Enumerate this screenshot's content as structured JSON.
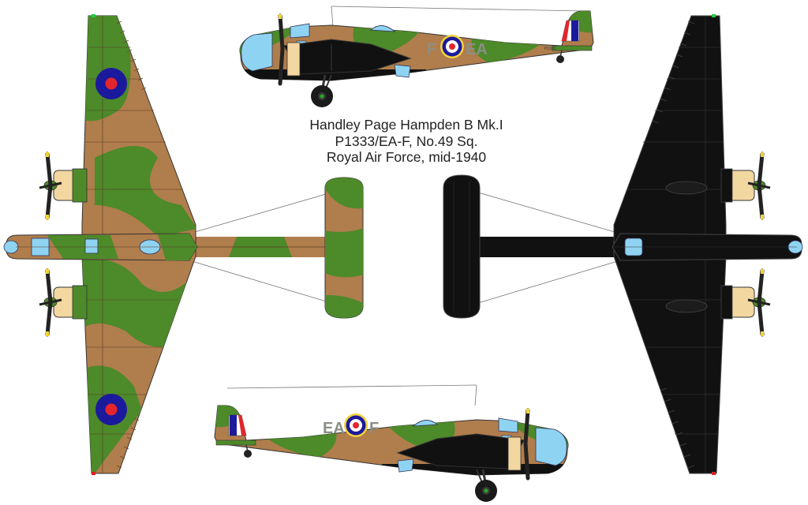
{
  "caption": {
    "line1": "Handley Page Hampden B Mk.I",
    "line2": "P1333/EA-F, No.49 Sq.",
    "line3": "Royal Air Force, mid-1940"
  },
  "markings": {
    "code_right_side_prefix": "F",
    "code_right_side_suffix": "EA",
    "code_left_side_prefix": "EA",
    "code_left_side_suffix": "F",
    "serial": "P1333"
  },
  "colors": {
    "dark_earth": "#b07d4c",
    "dark_green": "#4d8a2a",
    "night_black": "#111111",
    "glazing_blue": "#8fd3f2",
    "roundel_blue": "#1c1a9c",
    "roundel_red": "#e4262c",
    "roundel_white": "#ffffff",
    "roundel_yellow": "#f2d23a"
  },
  "views": [
    "top-view",
    "underside-view",
    "right-side-view",
    "left-side-view"
  ]
}
